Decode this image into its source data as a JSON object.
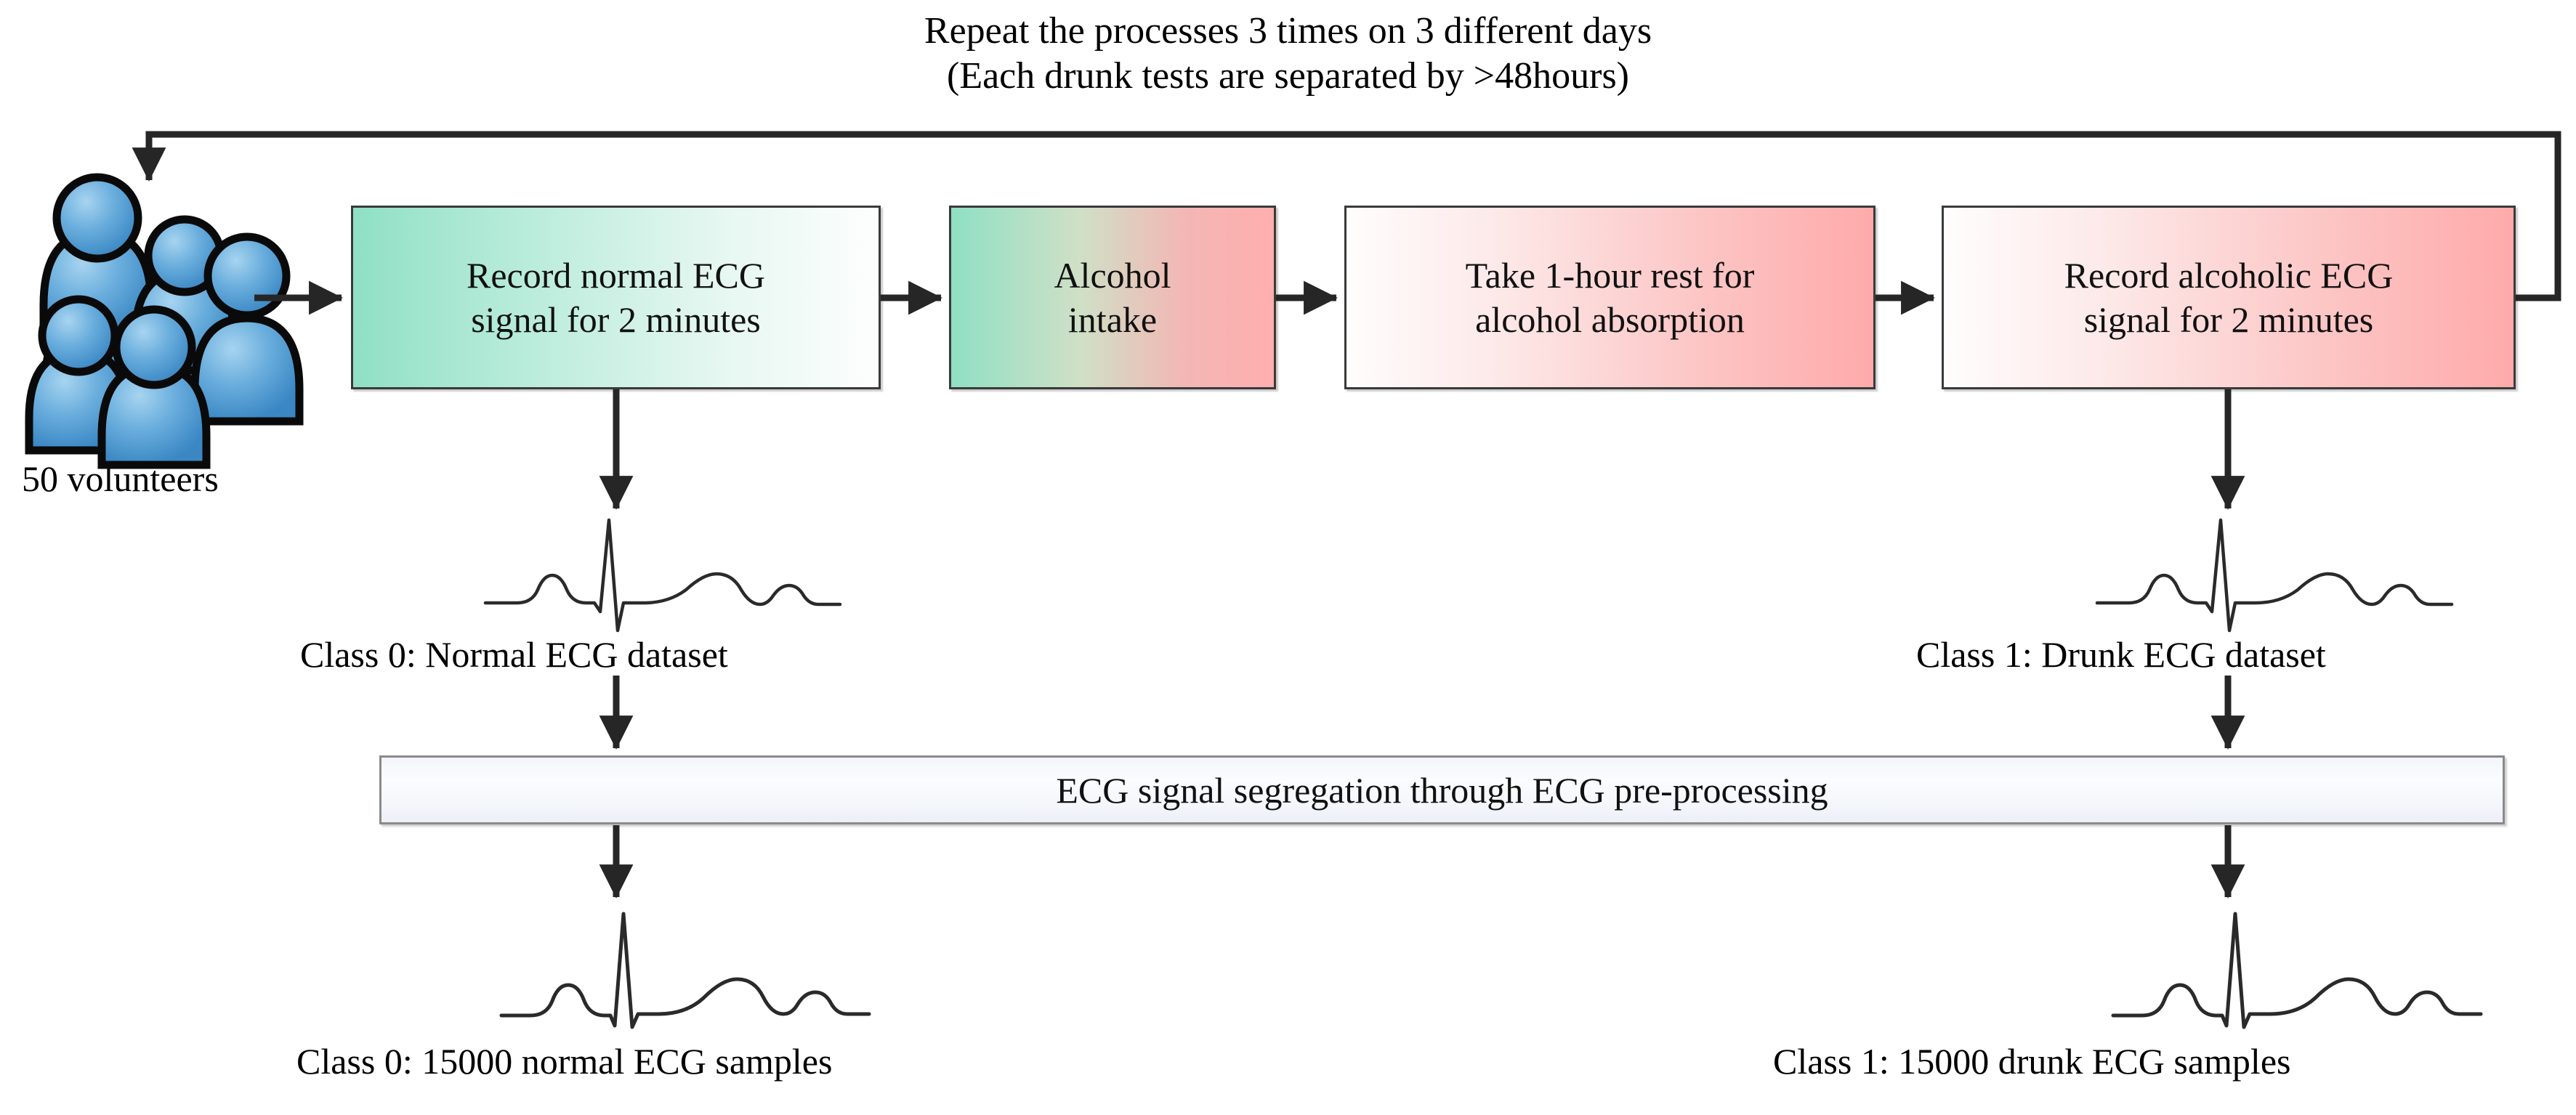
{
  "diagram": {
    "title_caption": {
      "line1": "Repeat the processes 3 times on 3 different days",
      "line2": "(Each drunk tests are separated by >48hours)"
    },
    "source": {
      "icon": "people-group-icon",
      "label": "50 volunteers",
      "count": 50
    },
    "process_boxes": [
      {
        "id": "record-normal-ecg",
        "line1": "Record normal ECG",
        "line2": "signal for 2 minutes",
        "fill": "green-to-white",
        "colors": {
          "start": "#8fe0c4",
          "end": "#fdfefe"
        }
      },
      {
        "id": "alcohol-intake",
        "line1": "Alcohol",
        "line2": "intake",
        "fill": "green-to-red",
        "colors": {
          "start": "#8fe0c4",
          "end": "#ffaeae"
        }
      },
      {
        "id": "rest-for-absorption",
        "line1": "Take 1-hour rest for",
        "line2": "alcohol absorption",
        "fill": "white-to-red",
        "colors": {
          "start": "#fffdfd",
          "end": "#ffaaaa"
        }
      },
      {
        "id": "record-alcoholic-ecg",
        "line1": "Record alcoholic ECG",
        "line2": "signal for 2 minutes",
        "fill": "white-to-red",
        "colors": {
          "start": "#fffdfd",
          "end": "#ffaaaa"
        }
      }
    ],
    "dataset_labels": {
      "class0": "Class 0: Normal ECG dataset",
      "class1": "Class 1: Drunk ECG dataset"
    },
    "processing_bar": {
      "label": "ECG signal segregation through ECG pre-processing",
      "fill": "#f4f7fb"
    },
    "sample_labels": {
      "class0": "Class 0: 15000 normal ECG samples",
      "class1": "Class 1: 15000 drunk ECG samples"
    },
    "waveforms": [
      {
        "id": "ecg-normal-dataset",
        "name": "ecg-waveform-icon"
      },
      {
        "id": "ecg-drunk-dataset",
        "name": "ecg-waveform-icon"
      },
      {
        "id": "ecg-normal-samples",
        "name": "ecg-waveform-icon"
      },
      {
        "id": "ecg-drunk-samples",
        "name": "ecg-waveform-icon"
      }
    ],
    "colors": {
      "line": "#262626",
      "box_border": "#3a3a3a",
      "bar_border": "#8a8a8a",
      "people": "#4d9cd6",
      "text": "#000000"
    }
  }
}
